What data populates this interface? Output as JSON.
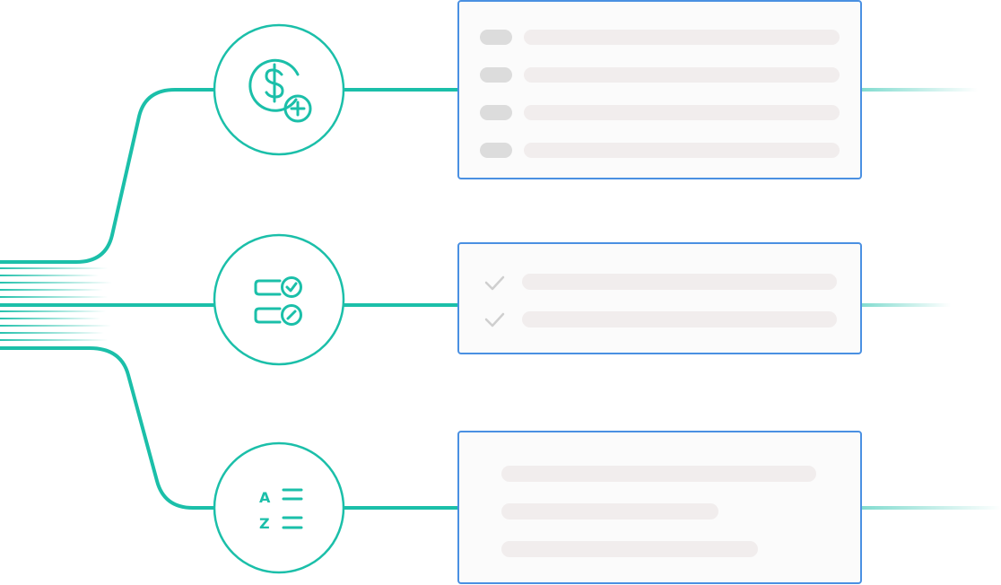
{
  "colors": {
    "accent": "#1bbfa9",
    "card_border": "#4a90e2",
    "card_bg": "#fbfbfb",
    "bar_light": "#f1eded",
    "bar_dark": "#dcdcdc",
    "check": "#cfcfcf",
    "background": "#ffffff"
  },
  "nodes": [
    {
      "id": "pricing",
      "icon": "dollar-plus-icon"
    },
    {
      "id": "validation",
      "icon": "checklist-icon"
    },
    {
      "id": "sorting",
      "icon": "sort-az-icon",
      "letters": [
        "A",
        "Z"
      ]
    }
  ],
  "cards": [
    {
      "id": "table-card",
      "rows": 4,
      "style": "pill-and-bar"
    },
    {
      "id": "checklist-card",
      "rows": 2,
      "style": "check-and-bar"
    },
    {
      "id": "text-card",
      "rows": 3,
      "style": "text-lines"
    }
  ]
}
